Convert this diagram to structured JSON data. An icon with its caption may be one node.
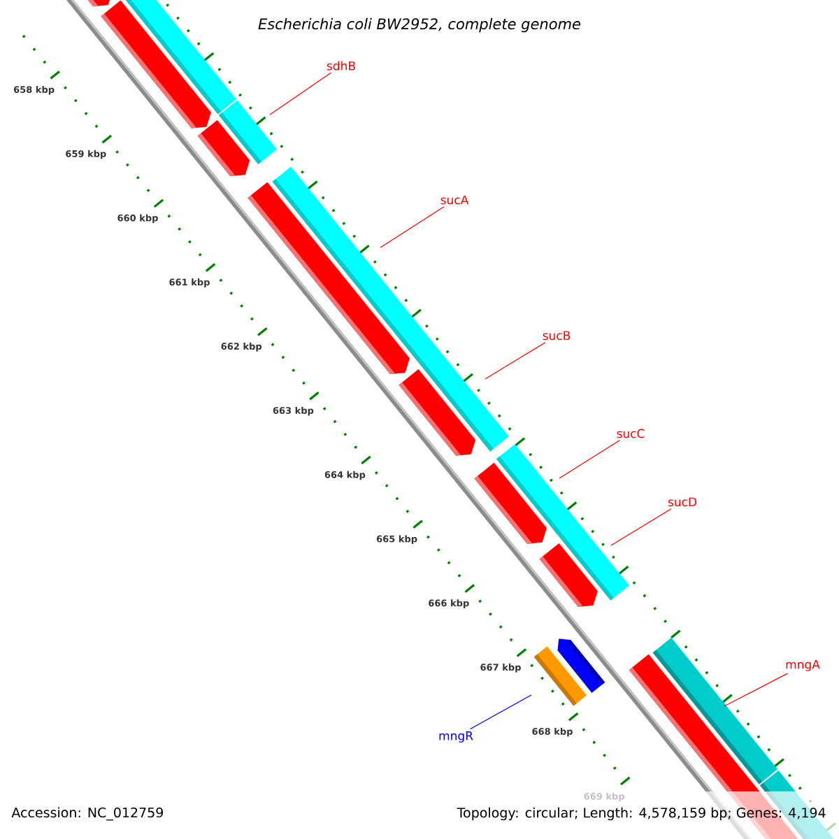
{
  "diagram": {
    "title": "Escherichia coli BW2952, complete genome",
    "nodes": [
      {
        "text": [
          "sdhB"
        ]
      },
      {
        "text": [
          "sucA"
        ]
      },
      {
        "text": [
          "sucB"
        ]
      },
      {
        "text": [
          "sucC"
        ]
      },
      {
        "text": [
          "sucD"
        ]
      },
      {
        "text": [
          "mngA"
        ]
      },
      {
        "text": [
          "mngR"
        ]
      }
    ],
    "edges": [
      {
        "from": 0,
        "to": null,
        "arrow": "none"
      },
      {
        "from": 1,
        "to": null,
        "arrow": "none"
      },
      {
        "from": 2,
        "to": null,
        "arrow": "none"
      },
      {
        "from": 3,
        "to": null,
        "arrow": "none"
      },
      {
        "from": 4,
        "to": null,
        "arrow": "none"
      },
      {
        "from": 5,
        "to": null,
        "arrow": "none"
      },
      {
        "from": 6,
        "to": null,
        "arrow": "none",
        "color": "#0000ff"
      }
    ],
    "labels": [
      "658 kbp",
      "659 kbp",
      "660 kbp",
      "661 kbp",
      "662 kbp",
      "663 kbp",
      "664 kbp",
      "665 kbp",
      "666 kbp",
      "667 kbp",
      "668 kbp",
      "669 kbp",
      "Accession: NC_012759",
      "Topology: circular; Length: 4,578,159 bp; Genes: 4,194"
    ]
  }
}
